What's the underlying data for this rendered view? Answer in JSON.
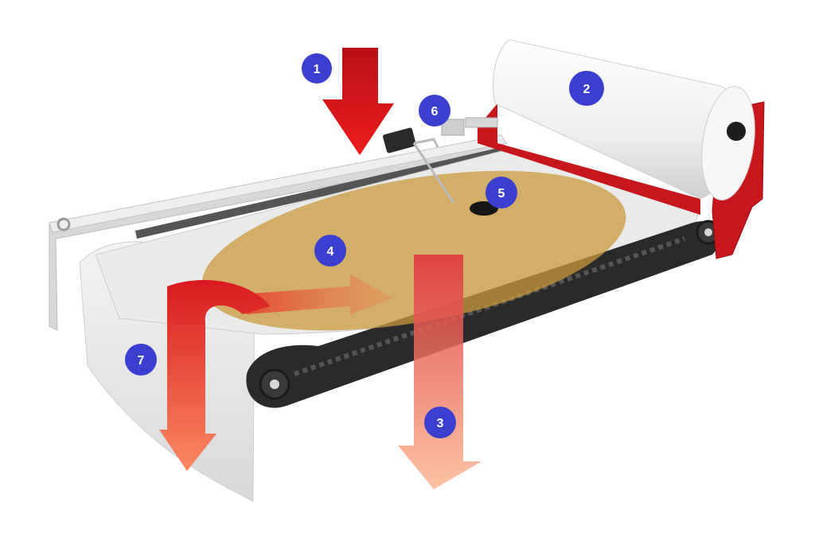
{
  "markers": [
    {
      "id": "marker-1",
      "label": "1"
    },
    {
      "id": "marker-2",
      "label": "2"
    },
    {
      "id": "marker-3",
      "label": "3"
    },
    {
      "id": "marker-4",
      "label": "4"
    },
    {
      "id": "marker-5",
      "label": "5"
    },
    {
      "id": "marker-6",
      "label": "6"
    },
    {
      "id": "marker-7",
      "label": "7"
    }
  ],
  "colors": {
    "marker_fill": "#3b3fd0",
    "frame_red": "#c8161d",
    "arrow_red": "#e0161c",
    "arrow_light": "#f9a37e",
    "fluid": "#c99a3d",
    "belt": "#2a2a2a",
    "media": "#ececec",
    "roll": "#f4f4f4"
  }
}
